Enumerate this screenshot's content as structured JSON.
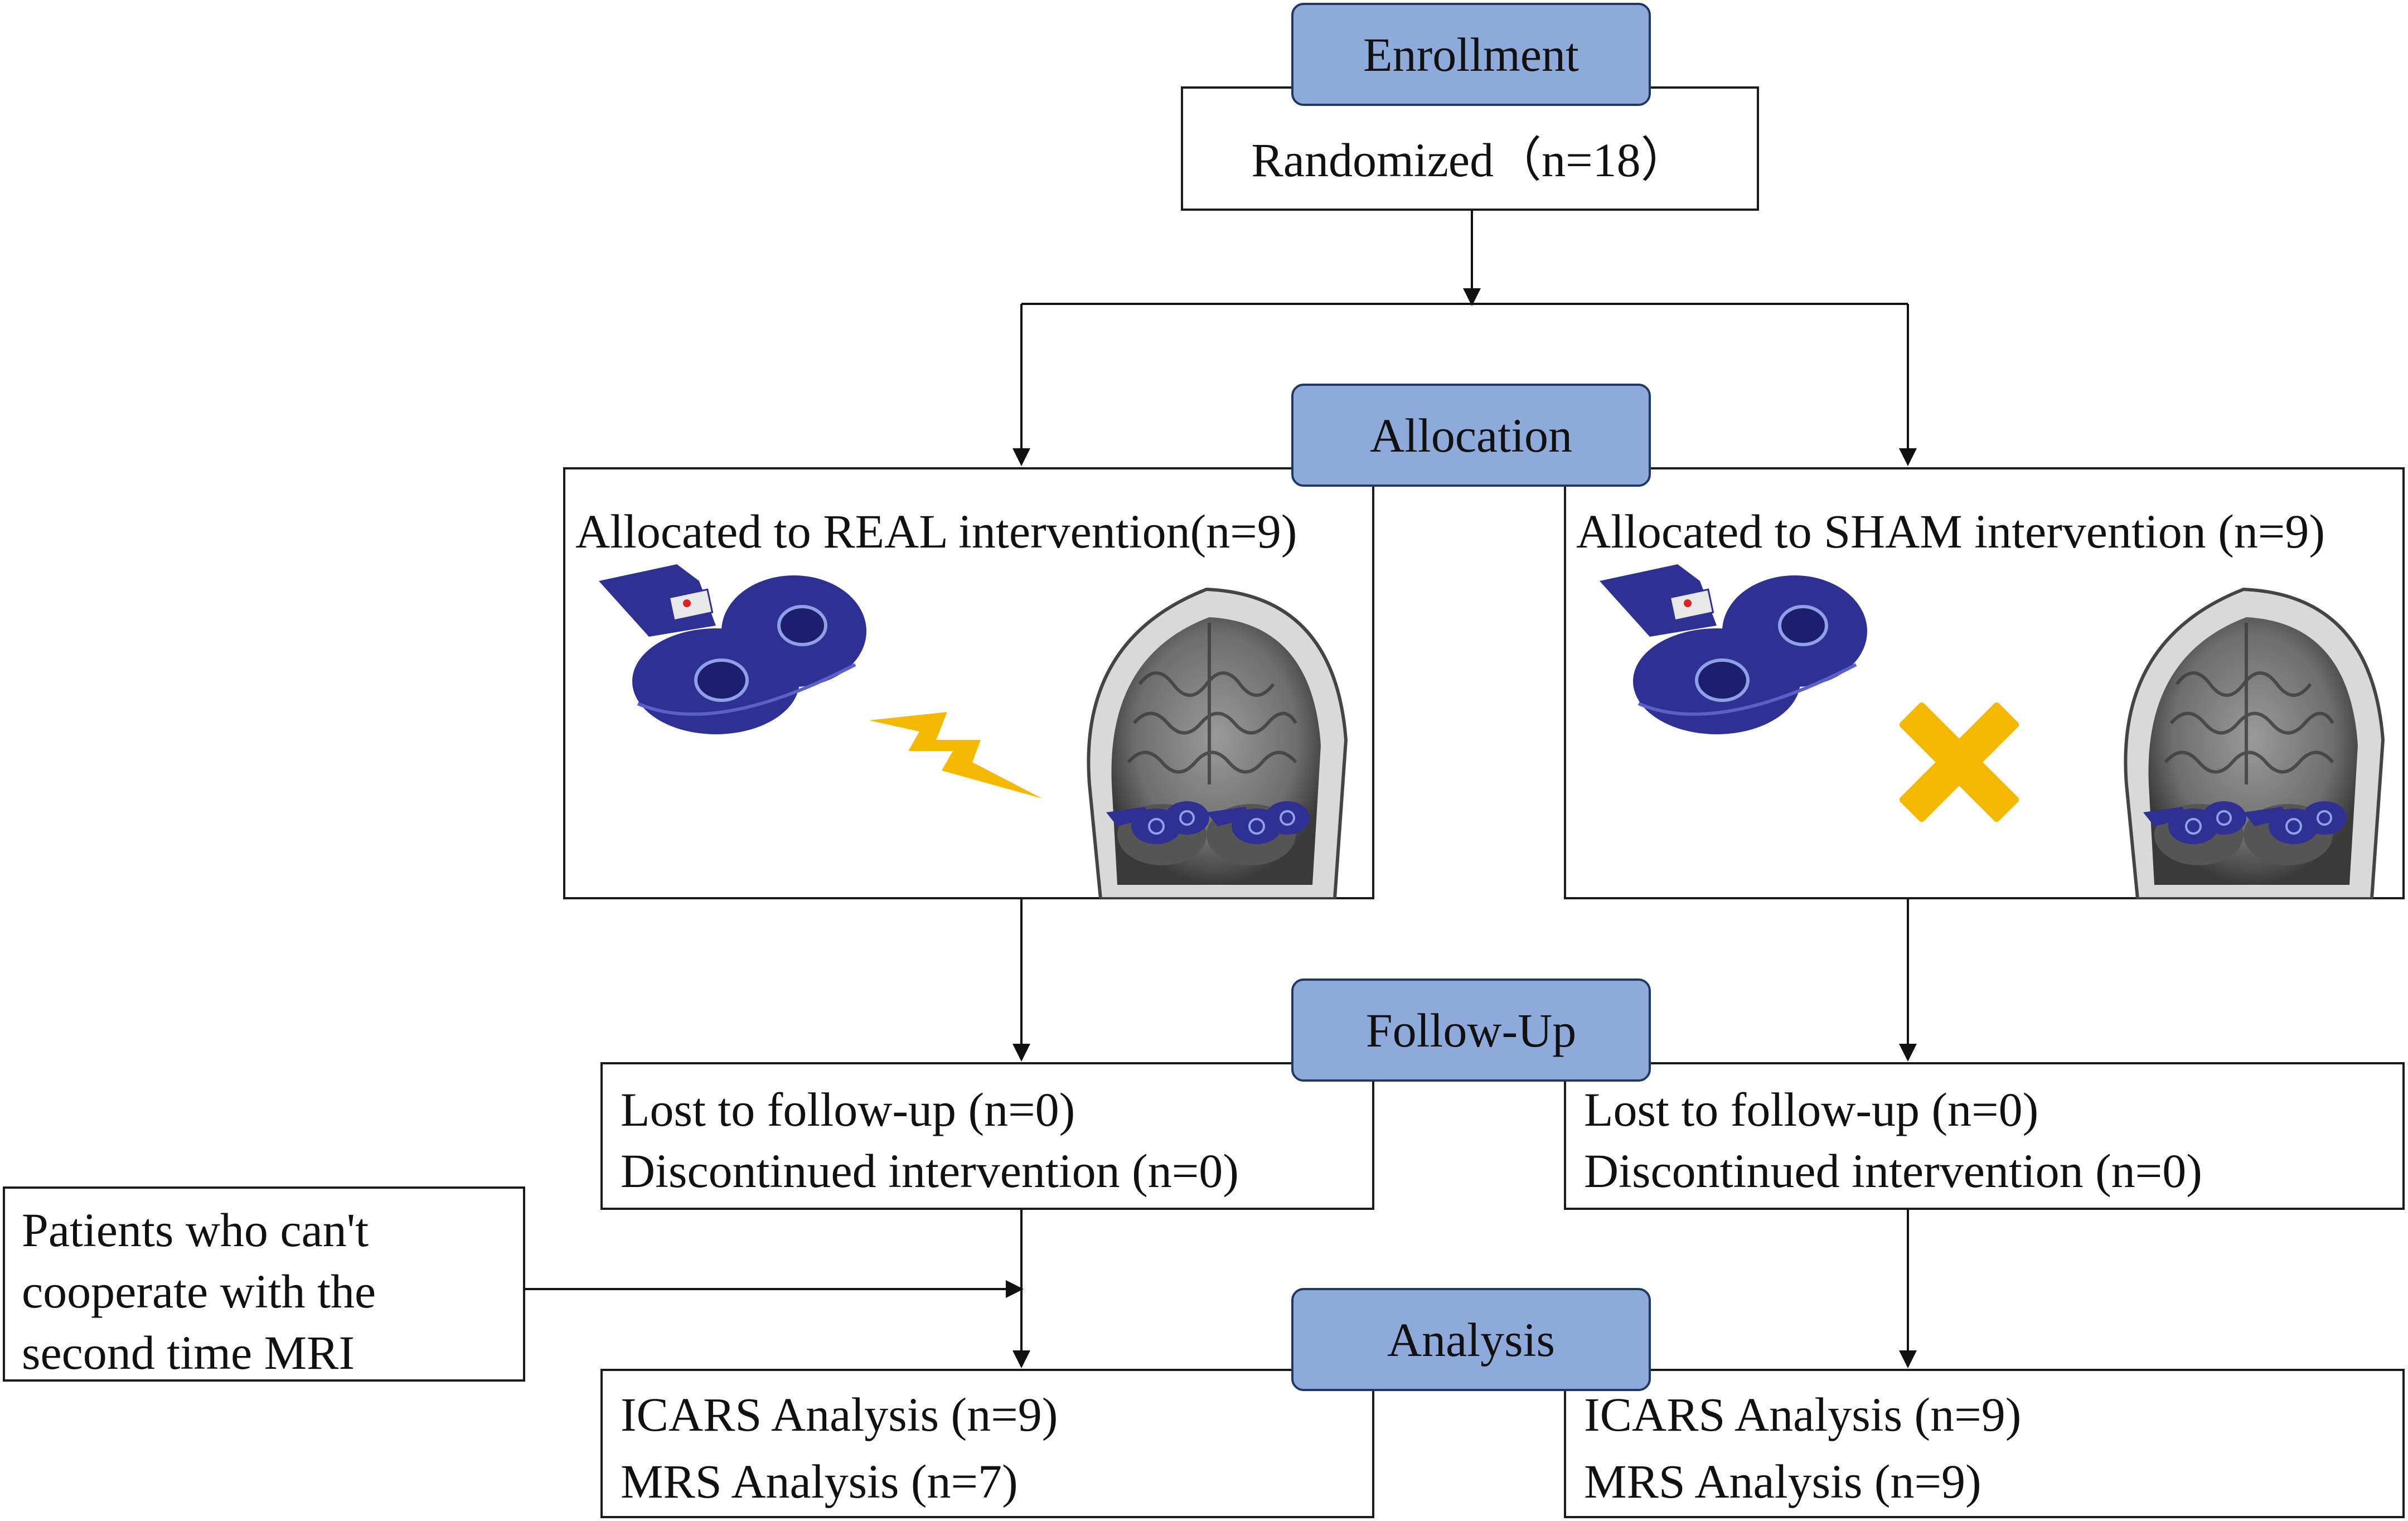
{
  "phases": {
    "enrollment": "Enrollment",
    "allocation": "Allocation",
    "followup": "Follow-Up",
    "analysis": "Analysis"
  },
  "randomized": "Randomized（n=18）",
  "real_arm": {
    "title": "Allocated to REAL intervention(n=9)",
    "followup": [
      "Lost to follow-up (n=0)",
      "Discontinued intervention (n=0)"
    ],
    "analysis": [
      "ICARS Analysis (n=9)",
      "MRS Analysis (n=7)"
    ]
  },
  "sham_arm": {
    "title": "Allocated to SHAM intervention (n=9)",
    "followup": [
      "Lost to follow-up (n=0)",
      "Discontinued intervention (n=0)"
    ],
    "analysis": [
      "ICARS Analysis (n=9)",
      "MRS Analysis (n=9)"
    ]
  },
  "excluded_note": [
    "Patients who can't",
    "cooperate with the",
    "second time MRI"
  ],
  "icons": {
    "real_symbol": "lightning-bolt-icon",
    "sham_symbol": "cross-x-icon",
    "coil": "tms-coil-icon",
    "brain": "brain-mri-icon"
  },
  "colors": {
    "phase_fill": "#8eaadb",
    "phase_border": "#1f3864",
    "symbol": "#f5b800",
    "coil": "#2e3192"
  }
}
